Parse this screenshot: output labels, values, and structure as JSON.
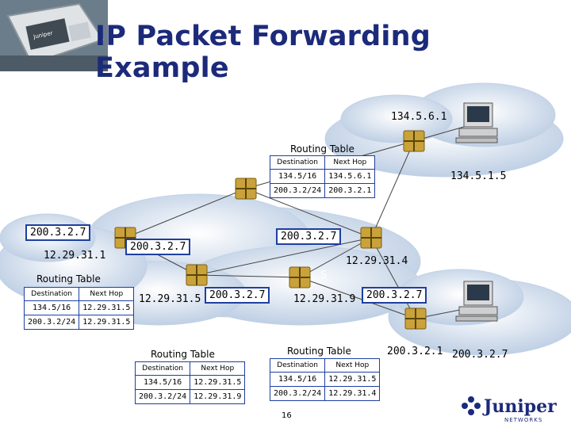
{
  "title": "IP Packet Forwarding Example",
  "hosts": {
    "top_right_address": "134.5.6.1",
    "top_right_net": "134.5.1.5",
    "bottom_right_gateway": "200.3.2.1",
    "bottom_right_host": "200.3.2.7"
  },
  "left": {
    "packet": "200.3.2.7",
    "interface": "12.29.31.1"
  },
  "packets": {
    "after_left_router": "200.3.2.7",
    "middle": "200.3.2.7",
    "upper_middle": "200.3.2.7",
    "lower_right": "200.3.2.7"
  },
  "interfaces": {
    "router_a_right": "12.29.31.5",
    "router_c_left": "12.29.31.9",
    "router_b_bottom": "12.29.31.4",
    "partial_label": "S"
  },
  "tables": {
    "top": {
      "title": "Routing Table",
      "headers": [
        "Destination",
        "Next Hop"
      ],
      "rows": [
        [
          "134.5/16",
          "134.5.6.1"
        ],
        [
          "200.3.2/24",
          "200.3.2.1"
        ]
      ]
    },
    "left": {
      "title": "Routing Table",
      "headers": [
        "Destination",
        "Next Hop"
      ],
      "rows": [
        [
          "134.5/16",
          "12.29.31.5"
        ],
        [
          "200.3.2/24",
          "12.29.31.5"
        ]
      ]
    },
    "bottom_middle": {
      "title": "Routing Table",
      "headers": [
        "Destination",
        "Next Hop"
      ],
      "rows": [
        [
          "134.5/16",
          "12.29.31.5"
        ],
        [
          "200.3.2/24",
          "12.29.31.9"
        ]
      ]
    },
    "bottom_right": {
      "title": "Routing Table",
      "headers": [
        "Destination",
        "Next Hop"
      ],
      "rows": [
        [
          "134.5/16",
          "12.29.31.5"
        ],
        [
          "200.3.2/24",
          "12.29.31.4"
        ]
      ]
    }
  },
  "page_number": "16",
  "logo_text": "Juniper",
  "logo_subtext": "NETWORKS",
  "colors": {
    "title": "#1c2a7a",
    "table_border": "#1f3fa0",
    "router": "#c9a23b",
    "cloud": "#c7d6ea"
  }
}
